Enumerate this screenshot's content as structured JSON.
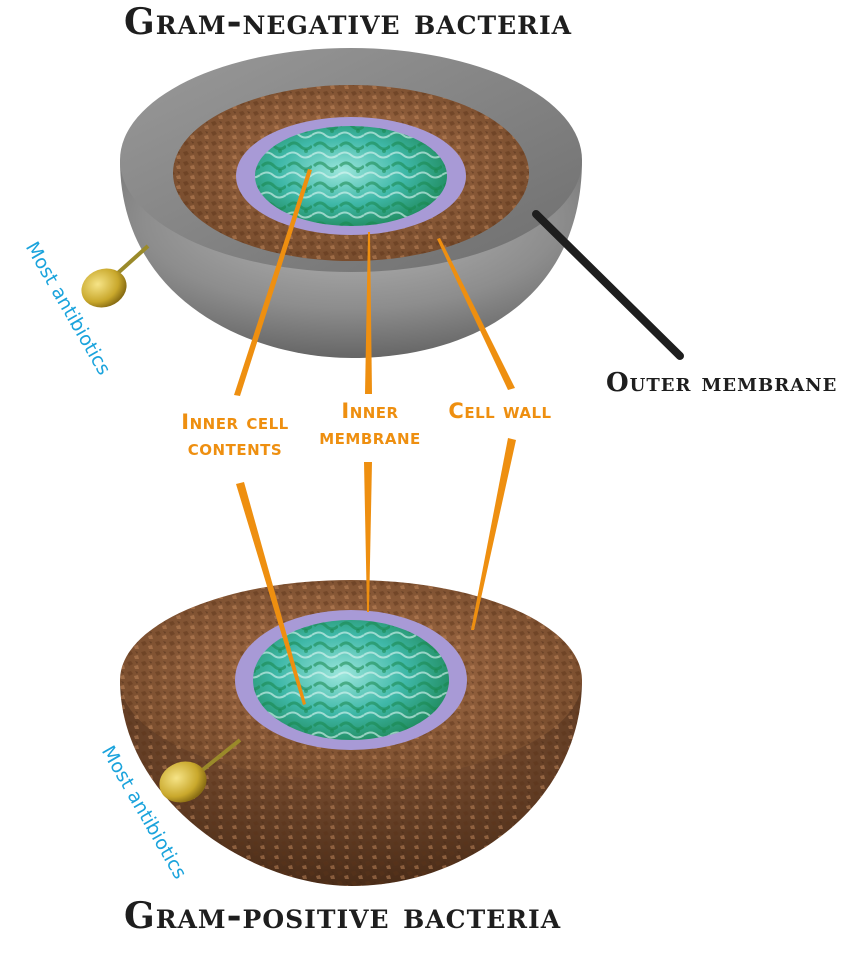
{
  "titles": {
    "top": "Gram-negative bacteria",
    "bottom": "Gram-positive bacteria"
  },
  "callouts": {
    "inner_cell_contents": [
      "Inner cell",
      "contents"
    ],
    "inner_membrane": [
      "Inner",
      "membrane"
    ],
    "cell_wall": "Cell wall",
    "outer_membrane": "Outer membrane"
  },
  "antibiotic_label": "Most antibiotics",
  "colors": {
    "callout_orange": "#ee8f10",
    "antibiotic_blue": "#1aa3dc",
    "title_dark": "#1e1e1e",
    "outer_membrane_grey": "#8f8f8f",
    "cell_wall_brown": "#8a5a3a",
    "inner_membrane_lavender": "#a89ad6",
    "cytoplasm_teal": "#3fb8a8",
    "pin_gold": "#c9b03a"
  }
}
